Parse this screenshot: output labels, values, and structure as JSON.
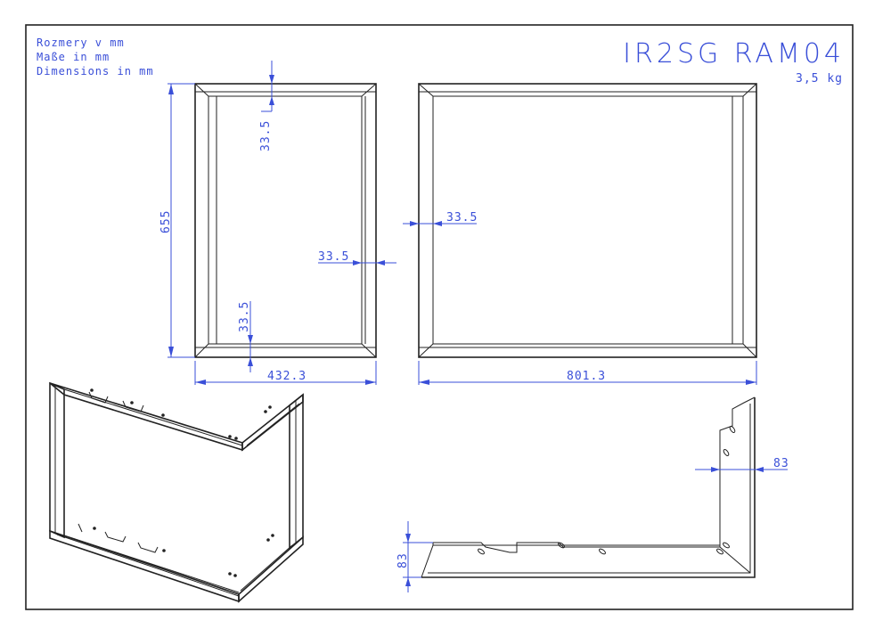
{
  "notes": {
    "line1": "Rozmery v mm",
    "line2": "Maße in mm",
    "line3": "Dimensions in mm"
  },
  "title": {
    "code": "IR2SG RAM04",
    "weight": "3,5 kg"
  },
  "dimensions": {
    "frame_thickness": "33.5",
    "height": "655",
    "width_small": "432.3",
    "width_large": "801.3",
    "profile_depth": "83"
  },
  "colors": {
    "annotation": "#3a4fd8",
    "lines": "#222222",
    "background": "#ffffff"
  }
}
